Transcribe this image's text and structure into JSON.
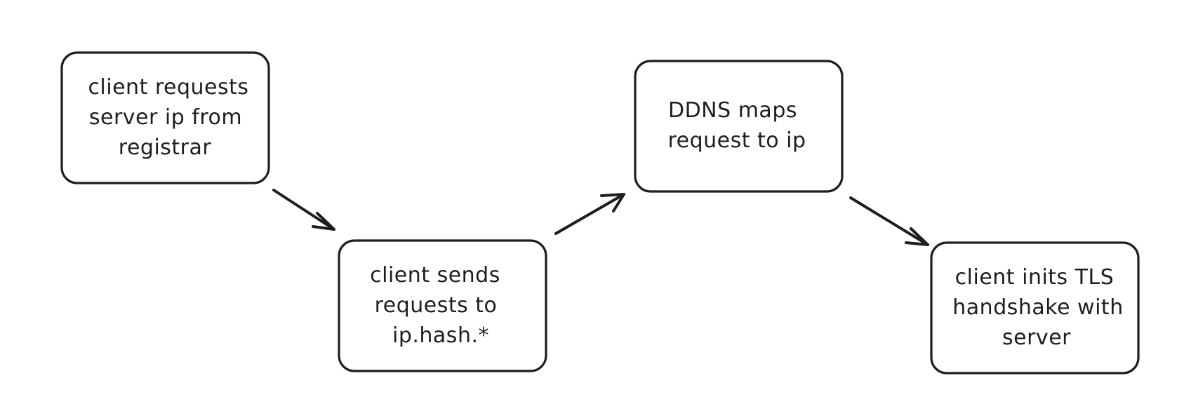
{
  "diagram": {
    "stroke_color": "#1e1e1e",
    "background": "#ffffff",
    "nodes": [
      {
        "id": "registrar-request",
        "lines": [
          "client requests",
          "server ip from",
          "registrar"
        ]
      },
      {
        "id": "send-requests",
        "lines": [
          "client sends",
          "requests to",
          "ip.hash.*"
        ]
      },
      {
        "id": "ddns-map",
        "lines": [
          "DDNS maps",
          "request to ip"
        ]
      },
      {
        "id": "tls-handshake",
        "lines": [
          "client inits TLS",
          "handshake with",
          "server"
        ]
      }
    ],
    "edges": [
      {
        "from": "registrar-request",
        "to": "send-requests"
      },
      {
        "from": "send-requests",
        "to": "ddns-map"
      },
      {
        "from": "ddns-map",
        "to": "tls-handshake"
      }
    ]
  }
}
